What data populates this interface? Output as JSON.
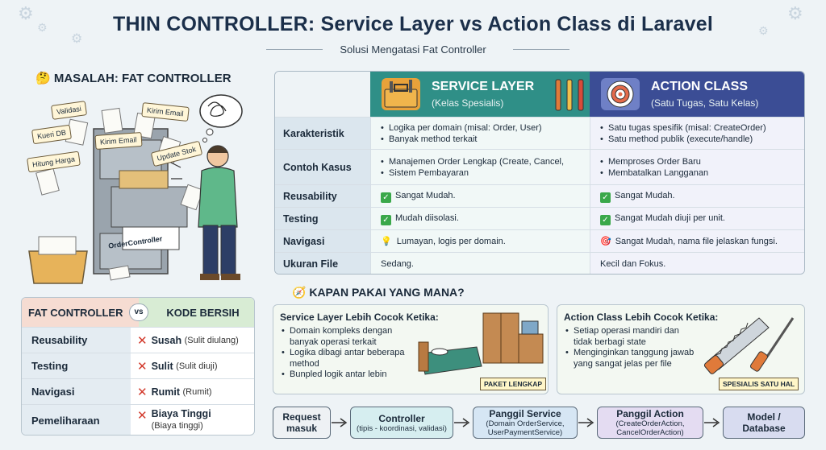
{
  "header": {
    "title": "THIN CONTROLLER: Service Layer vs Action Class di Laravel",
    "subtitle": "Solusi Mengatasi Fat Controller"
  },
  "problem": {
    "title": "MASALAH: FAT CONTROLLER",
    "notes": [
      "Validasi",
      "Kirim Email",
      "Kueri DB",
      "Kirim Email",
      "Update Stok",
      "Hitung Harga"
    ],
    "cabinet_label": "OrderController"
  },
  "comparison": {
    "service": {
      "name": "SERVICE LAYER",
      "subtitle": "(Kelas Spesialis)"
    },
    "action": {
      "name": "ACTION CLASS",
      "subtitle": "(Satu Tugas, Satu Kelas)"
    },
    "rows": [
      {
        "label": "Karakteristik",
        "service": [
          "Logika per domain (misal: Order, User)",
          "Banyak method terkait"
        ],
        "action": [
          "Satu tugas spesifik (misal: CreateOrder)",
          "Satu method publik (execute/handle)"
        ]
      },
      {
        "label": "Contoh Kasus",
        "service": [
          "Manajemen Order Lengkap (Create, Cancel,",
          "Sistem Pembayaran"
        ],
        "action": [
          "Memproses Order Baru",
          "Membatalkan Langganan"
        ]
      },
      {
        "label": "Reusability",
        "service": "Sangat Mudah.",
        "action": "Sangat Mudah."
      },
      {
        "label": "Testing",
        "service": "Mudah diisolasi.",
        "action": "Sangat Mudah diuji per unit."
      },
      {
        "label": "Navigasi",
        "service": "Lumayan, logis per domain.",
        "action": "Sangat Mudah, nama file jelaskan fungsi."
      },
      {
        "label": "Ukuran File",
        "service": "Sedang.",
        "action": "Kecil dan Fokus."
      }
    ]
  },
  "fat_vs_clean": {
    "left_header": "FAT CONTROLLER",
    "vs": "vs",
    "right_header": "KODE BERSIH",
    "rows": [
      {
        "label": "Reusability",
        "value": "Susah",
        "note": "(Sulit diulang)"
      },
      {
        "label": "Testing",
        "value": "Sulit",
        "note": "(Sulit diuji)"
      },
      {
        "label": "Navigasi",
        "value": "Rumit",
        "note": "(Rumit)"
      },
      {
        "label": "Pemeliharaan",
        "value": "Biaya Tinggi",
        "note": "(Biaya tinggi)"
      }
    ]
  },
  "when": {
    "title": "KAPAN PAKAI YANG MANA?",
    "service": {
      "title": "Service Layer Lebih Cocok Ketika:",
      "items": [
        "Domain kompleks dengan banyak operasi terkait",
        "Logika dibagi antar beberapa method",
        "Bunpled logik antar lebin"
      ],
      "tag": "PAKET LENGKAP"
    },
    "action": {
      "title": "Action Class Lebih Cocok Ketika:",
      "items": [
        "Setiap operasi mandiri dan tidak berbagi state",
        "Menginginkan tanggung jawab yang sangat jelas per file"
      ],
      "tag": "SPESIALIS SATU HAL"
    }
  },
  "flow": [
    {
      "title": "Request masuk",
      "sub": ""
    },
    {
      "title": "Controller",
      "sub": "(tipis - koordinasi, validasi)"
    },
    {
      "title": "Panggil Service",
      "sub": "(Domain OrderService, UserPaymentService)"
    },
    {
      "title": "Panggil Action",
      "sub": "(CreateOrderAction, CancelOrderAction)"
    },
    {
      "title": "Model / Database",
      "sub": ""
    }
  ],
  "colors": {
    "service": "#2f8f87",
    "action": "#3b4d95",
    "bad": "#d23a2c",
    "good": "#3aa84a"
  }
}
